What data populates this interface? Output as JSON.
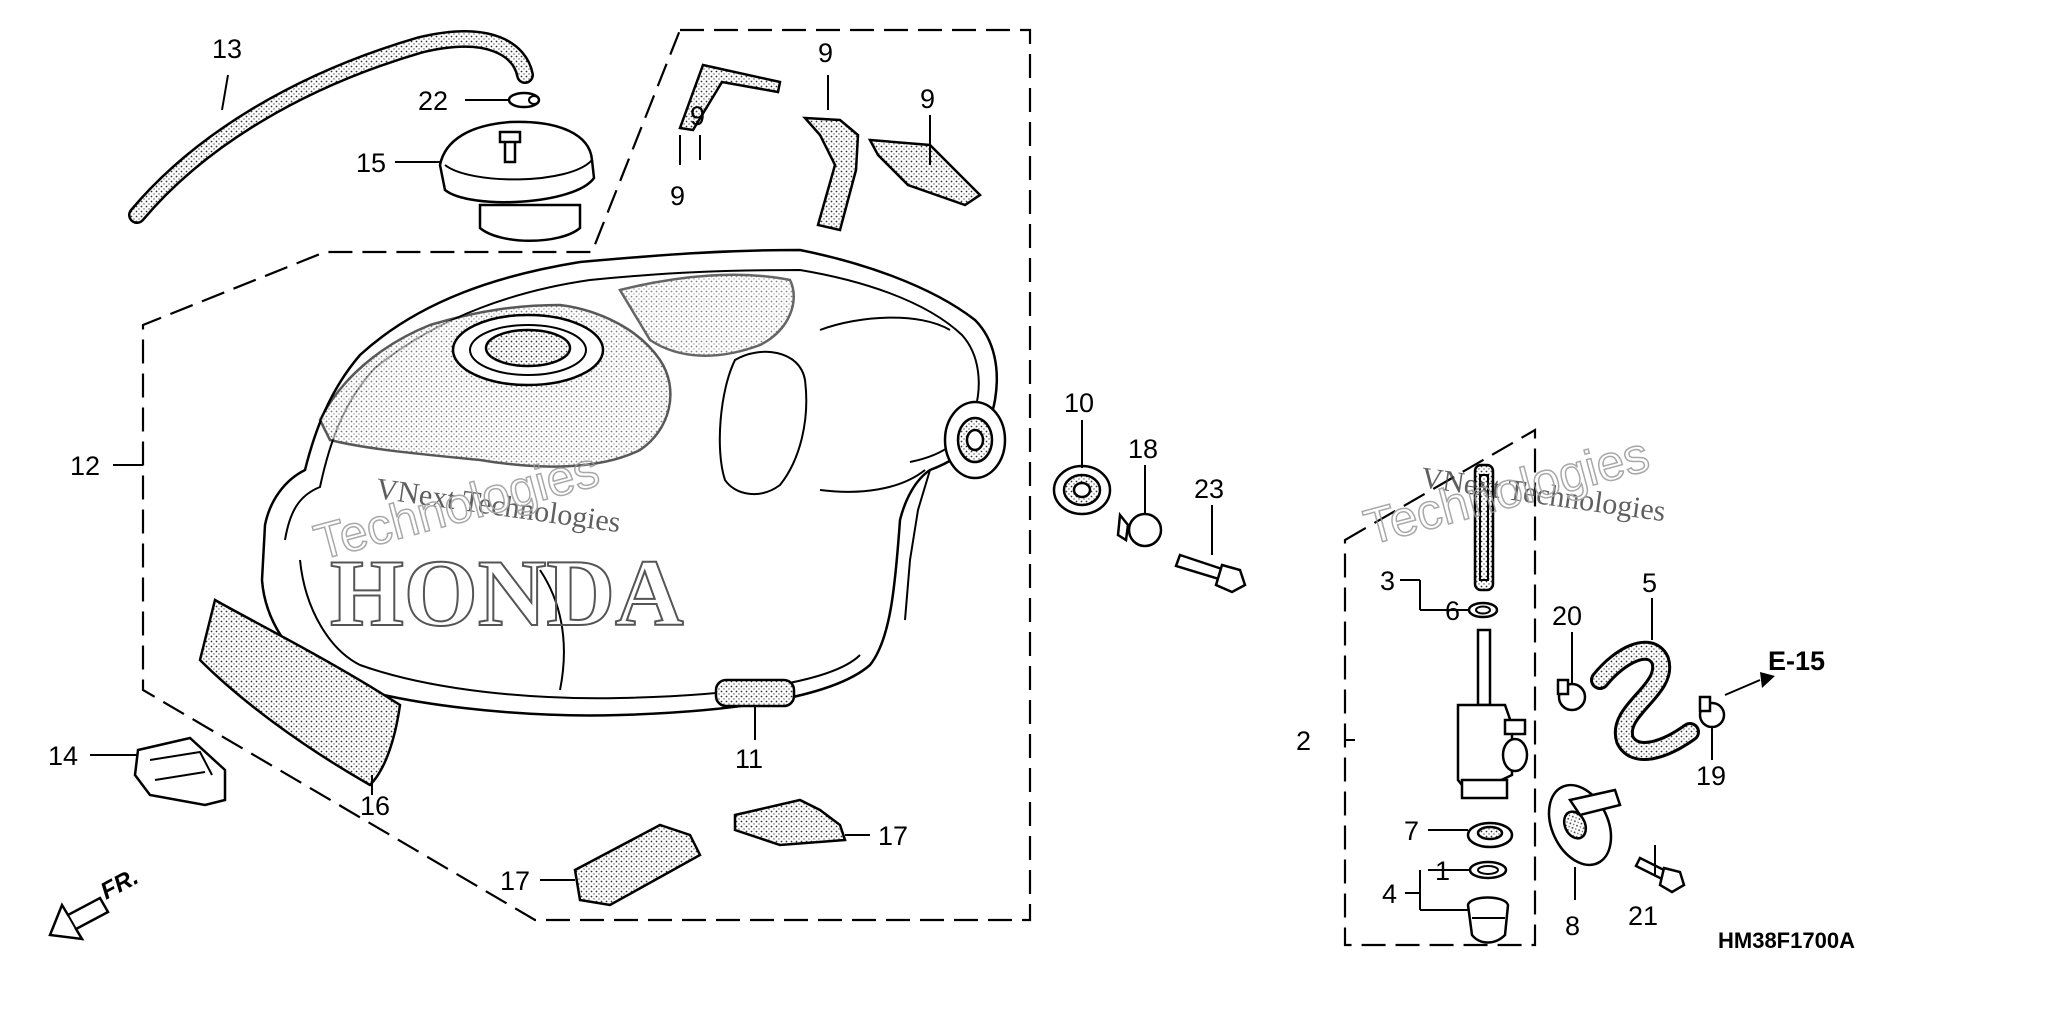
{
  "diagram": {
    "drawing_code": "HM38F1700A",
    "section_ref": "E-15",
    "front_arrow_label": "FR.",
    "brand_on_tank": "HONDA",
    "watermark": {
      "line1": "VNext Technologies",
      "line2": "Technologies"
    },
    "callouts": [
      {
        "id": "c13",
        "label": "13"
      },
      {
        "id": "c22",
        "label": "22"
      },
      {
        "id": "c15",
        "label": "15"
      },
      {
        "id": "c9a",
        "label": "9"
      },
      {
        "id": "c9b",
        "label": "9"
      },
      {
        "id": "c9c",
        "label": "9"
      },
      {
        "id": "c9d",
        "label": "9"
      },
      {
        "id": "c12",
        "label": "12"
      },
      {
        "id": "c10",
        "label": "10"
      },
      {
        "id": "c18",
        "label": "18"
      },
      {
        "id": "c23",
        "label": "23"
      },
      {
        "id": "c14",
        "label": "14"
      },
      {
        "id": "c16",
        "label": "16"
      },
      {
        "id": "c11",
        "label": "11"
      },
      {
        "id": "c17a",
        "label": "17"
      },
      {
        "id": "c17b",
        "label": "17"
      },
      {
        "id": "c3",
        "label": "3"
      },
      {
        "id": "c6",
        "label": "6"
      },
      {
        "id": "c2",
        "label": "2"
      },
      {
        "id": "c7",
        "label": "7"
      },
      {
        "id": "c1",
        "label": "1"
      },
      {
        "id": "c4",
        "label": "4"
      },
      {
        "id": "c8",
        "label": "8"
      },
      {
        "id": "c20",
        "label": "20"
      },
      {
        "id": "c5",
        "label": "5"
      },
      {
        "id": "c19",
        "label": "19"
      },
      {
        "id": "c21",
        "label": "21"
      }
    ]
  }
}
